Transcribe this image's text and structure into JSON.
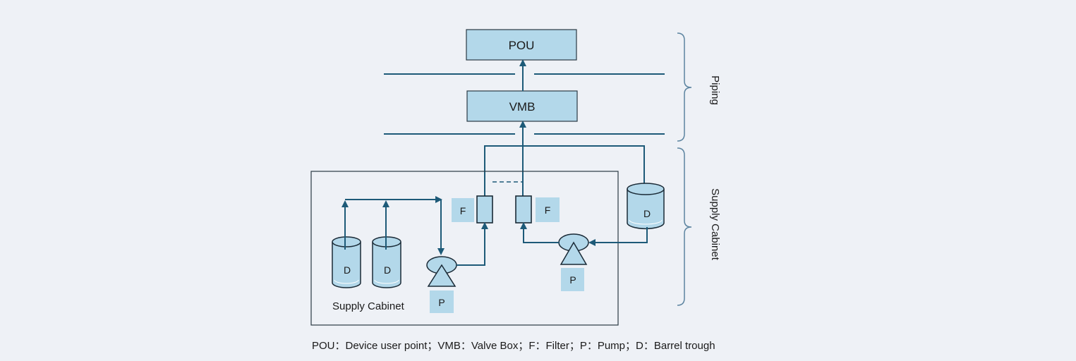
{
  "boxes": {
    "pou": "POU",
    "vmb": "VMB"
  },
  "cabinet_label": "Supply Cabinet",
  "labels": {
    "filter_left": "F",
    "filter_right": "F",
    "pump_left": "P",
    "pump_right": "P",
    "drum_1": "D",
    "drum_2": "D",
    "drum_3": "D"
  },
  "brackets": {
    "piping": "Piping",
    "supply_cabinet": "Supply Cabinet"
  },
  "legend": "POU：Device user point；VMB：Valve Box；F：Filter；P：Pump；D：Barrel trough",
  "colors": {
    "box_fill": "#b3d8ea",
    "line": "#1d5a78",
    "bracket": "#5c84a0",
    "background": "#eef1f6"
  }
}
